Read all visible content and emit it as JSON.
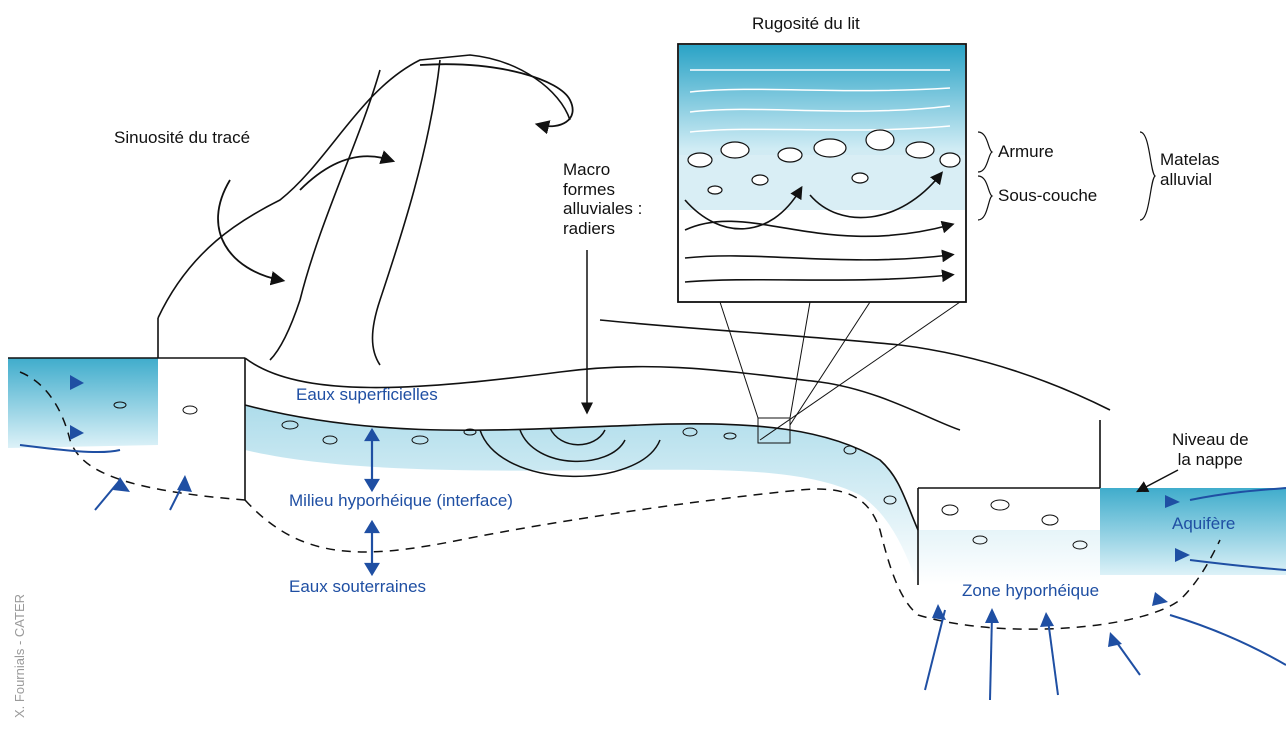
{
  "labels": {
    "sinuosite": "Sinuosité du tracé",
    "rugosite": "Rugosité du lit",
    "macro_line1": "Macro",
    "macro_line2": "formes",
    "macro_line3": "alluviales :",
    "macro_line4": "radiers",
    "armure": "Armure",
    "sous_couche": "Sous-couche",
    "matelas_line1": "Matelas",
    "matelas_line2": "alluvial",
    "eaux_superficielles": "Eaux superficielles",
    "milieu_hyporheique": "Milieu hyporhéique (interface)",
    "eaux_souterraines": "Eaux souterraines",
    "niveau_line1": "Niveau de",
    "niveau_line2": "la nappe",
    "aquifere": "Aquifère",
    "zone_hyporheique": "Zone hyporhéique"
  },
  "credit": "X. Fournials - CATER",
  "colors": {
    "water": "#3aa9c9",
    "water_light": "#bfe5f0",
    "label_blue": "#1f4fa3",
    "ink": "#111111",
    "credit": "#9a9a9a"
  }
}
